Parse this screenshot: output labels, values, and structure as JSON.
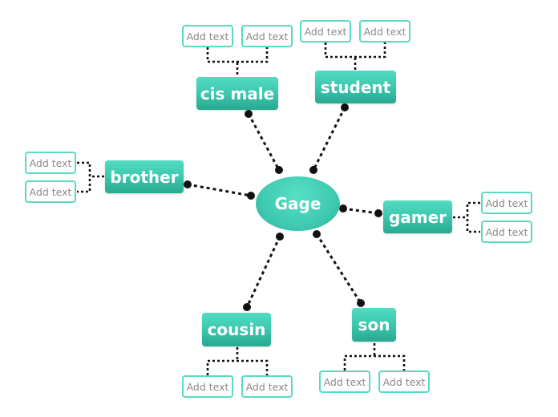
{
  "center": {
    "label": "Gage"
  },
  "branches": {
    "cis_male": {
      "label": "cis male",
      "children": [
        "Add text",
        "Add text"
      ]
    },
    "student": {
      "label": "student",
      "children": [
        "Add text",
        "Add text"
      ]
    },
    "brother": {
      "label": "brother",
      "children": [
        "Add text",
        "Add text"
      ]
    },
    "gamer": {
      "label": "gamer",
      "children": [
        "Add text",
        "Add text"
      ]
    },
    "cousin": {
      "label": "cousin",
      "children": [
        "Add text",
        "Add text"
      ]
    },
    "son": {
      "label": "son",
      "children": [
        "Add text",
        "Add text"
      ]
    }
  },
  "colors": {
    "accent": "#3cc7ae",
    "leaf_border": "#5ad9c3",
    "connector": "#111111"
  }
}
